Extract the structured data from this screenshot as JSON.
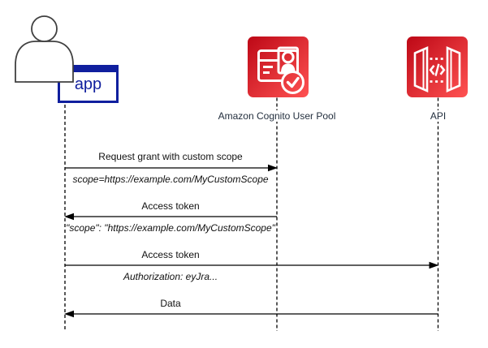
{
  "diagram": {
    "actors": {
      "app": {
        "label": "app"
      },
      "cognito": {
        "label": "Amazon Cognito User Pool"
      },
      "api": {
        "label": "API"
      }
    },
    "messages": [
      {
        "label": "Request grant with custom scope",
        "detail": "scope=https://example.com/MyCustomScope",
        "from": "app",
        "to": "cognito",
        "direction": "right"
      },
      {
        "label": "Access token",
        "detail": "\"scope\": \"https://example.com/MyCustomScope\"",
        "from": "cognito",
        "to": "app",
        "direction": "left"
      },
      {
        "label": "Access token",
        "detail": "Authorization: eyJra...",
        "from": "app",
        "to": "api",
        "direction": "right"
      },
      {
        "label": "Data",
        "detail": "",
        "from": "api",
        "to": "app",
        "direction": "left"
      }
    ],
    "icons": {
      "user": "person-silhouette-icon",
      "cognito": "id-card-with-check-icon",
      "api": "gateway-doors-code-icon"
    },
    "colors": {
      "app_blue": "#101f9e",
      "aws_red_gradient_start": "#BD0816",
      "aws_red_gradient_end": "#FF5252",
      "line_black": "#000000",
      "actor_label_text": "#232f3e",
      "message_text": "#111111"
    }
  }
}
